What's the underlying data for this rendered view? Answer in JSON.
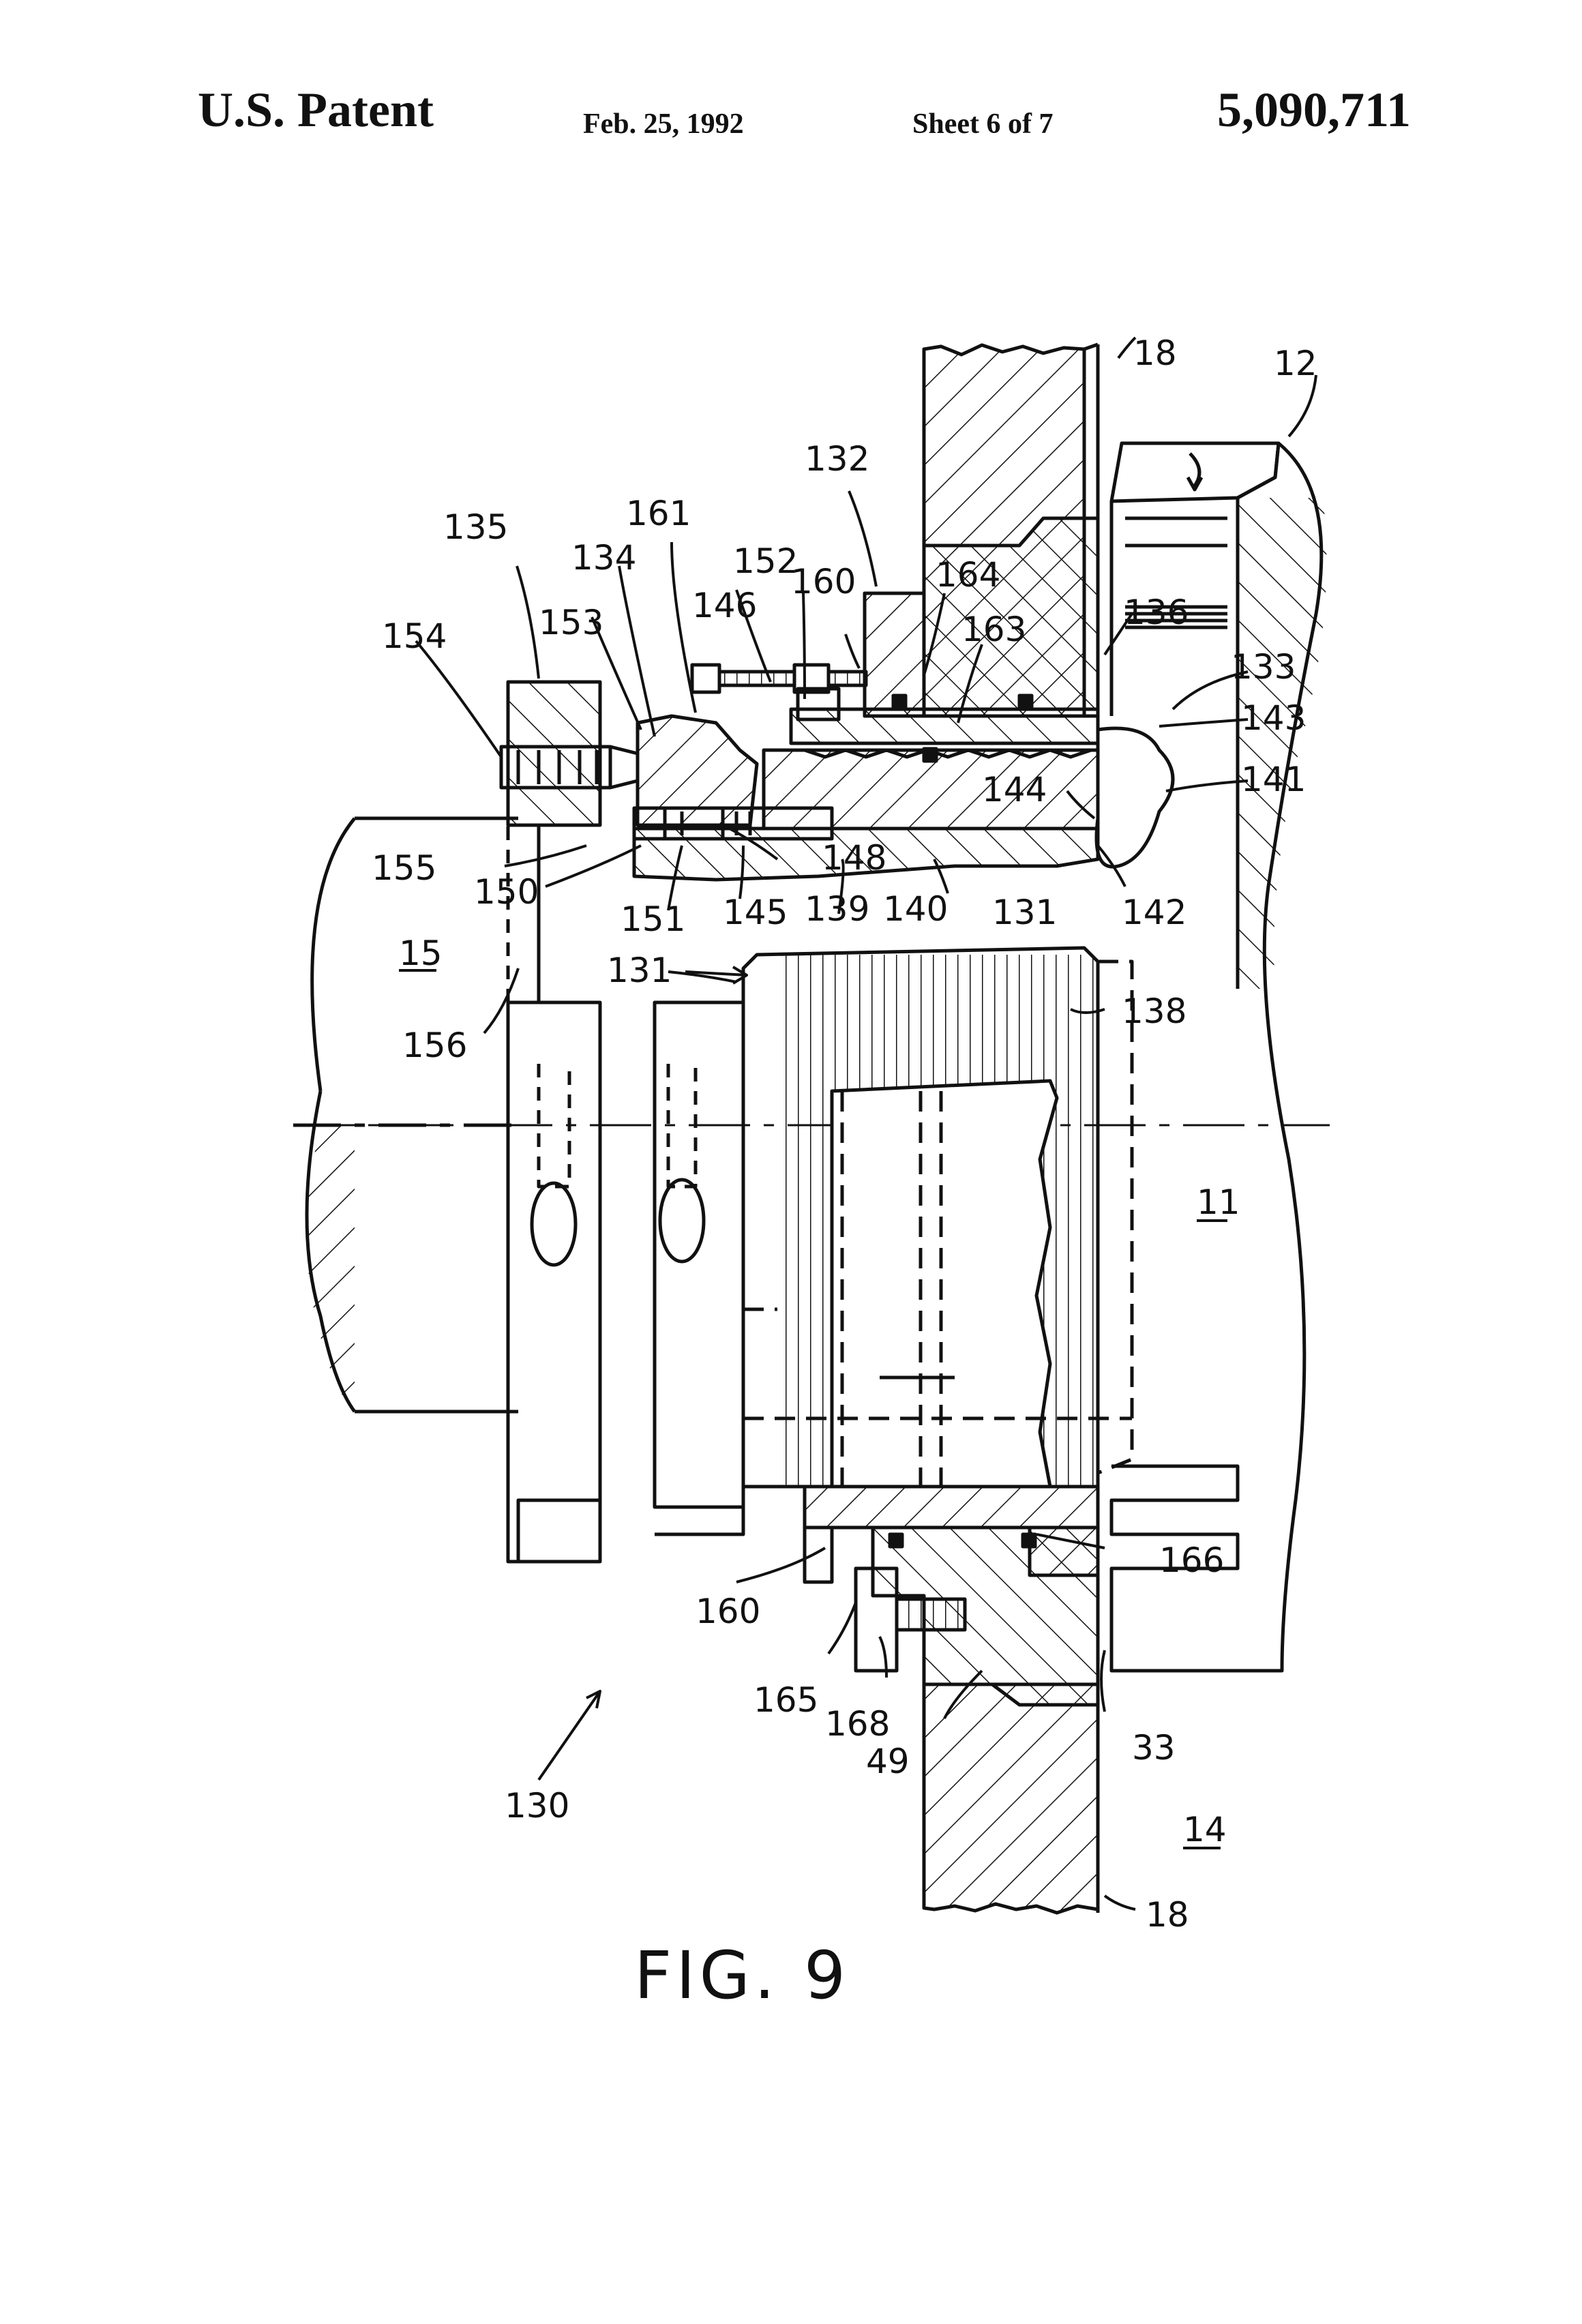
{
  "header": {
    "patent_label": "U.S. Patent",
    "date": "Feb. 25, 1992",
    "sheet": "Sheet 6 of 7",
    "patent_number": "5,090,711"
  },
  "figure": {
    "caption": "FIG. 9",
    "reference_numerals": {
      "r18_top": "18",
      "r12": "12",
      "r132": "132",
      "r135": "135",
      "r161": "161",
      "r134": "134",
      "r152": "152",
      "r160_top": "160",
      "r164": "164",
      "r146": "146",
      "r153": "153",
      "r154": "154",
      "r163": "163",
      "r136": "136",
      "r133": "133",
      "r143": "143",
      "r144": "144",
      "r141": "141",
      "r148": "148",
      "r155": "155",
      "r150": "150",
      "r151": "151",
      "r145": "145",
      "r139": "139",
      "r140": "140",
      "r131_a": "131",
      "r142": "142",
      "r15": "15",
      "r131_b": "131",
      "r138": "138",
      "r156": "156",
      "r11": "11",
      "r166": "166",
      "r160_bottom": "160",
      "r165": "165",
      "r168": "168",
      "r49": "49",
      "r33": "33",
      "r130": "130",
      "r14": "14",
      "r18_bottom": "18"
    }
  },
  "colors": {
    "ink": "#111111",
    "paper": "#ffffff"
  }
}
